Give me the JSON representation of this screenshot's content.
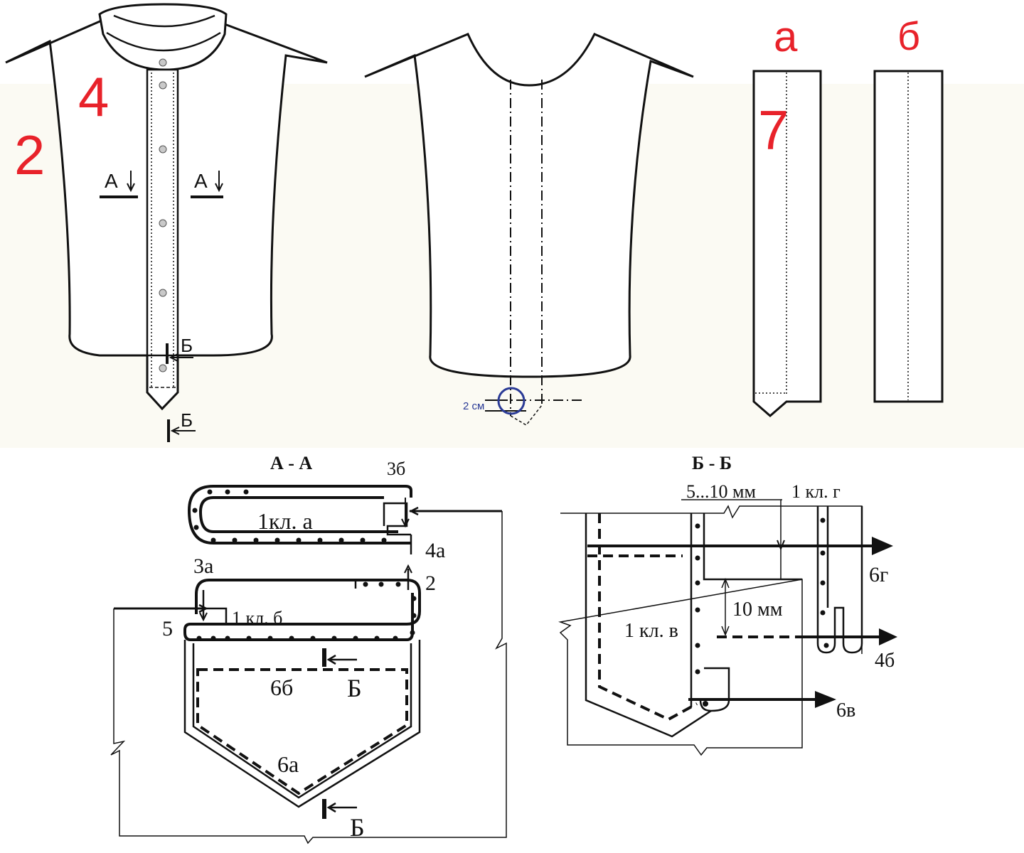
{
  "labels": {
    "num_2": "2",
    "num_4": "4",
    "num_7": "7",
    "letter_a": "а",
    "letter_b": "б",
    "section_a_left": "А",
    "section_a_right": "А",
    "section_b_upper": "Б",
    "section_b_lower": "Б",
    "dim_2cm": "2 см"
  },
  "section_aa": {
    "title": "А - А",
    "label_3b": "3б",
    "label_1kl_a": "1кл. а",
    "label_4a": "4а",
    "label_3a": "3а",
    "label_2": "2",
    "label_5": "5",
    "label_1kl_b": "1 кл. б",
    "label_6b": "6б",
    "label_B_upper": "Б",
    "label_6a": "6а",
    "label_B_lower": "Б"
  },
  "section_bb": {
    "title": "Б - Б",
    "label_5_10mm": "5...10 мм",
    "label_1kl_g": "1 кл. г",
    "label_6g": "6г",
    "label_10mm": "10 мм",
    "label_1kl_v": "1 кл. в",
    "label_4b": "4б",
    "label_6v": "6в"
  },
  "colors": {
    "background_band": "#fbfaf3",
    "number_red": "#e8222a",
    "circle_blue": "#2a3a96",
    "line": "#111111"
  }
}
